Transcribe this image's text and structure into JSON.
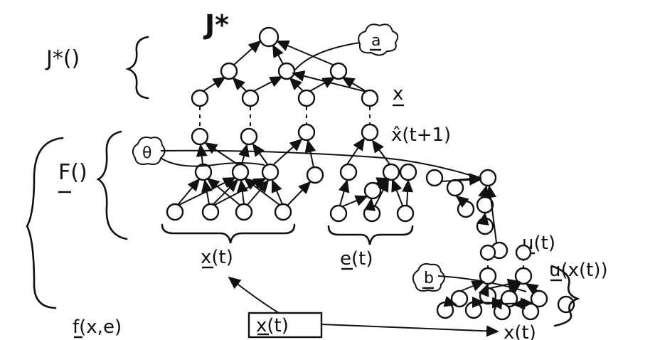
{
  "labels": {
    "j_star_top": "J*",
    "j_star_func": "J*()",
    "f_big": "F()",
    "f_small": "f(x,e)",
    "x_underline": "x",
    "x_hat": "x̂(t+1)",
    "theta": "θ",
    "a": "a",
    "b": "b",
    "x_t": "x(t)",
    "e_t": "e(t)",
    "u_t": "u(t)",
    "u_x_t": "u(x(t))",
    "x_t_box": "x(t)",
    "x_t_bottom": "x(t)"
  }
}
